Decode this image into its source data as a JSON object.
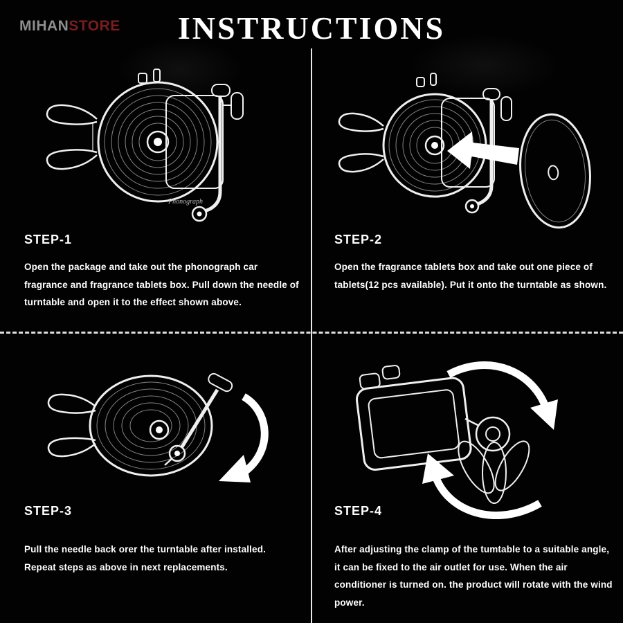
{
  "logo": {
    "part1": "MIHAN",
    "part2": "STORE"
  },
  "title": "INSTRUCTIONS",
  "device_label": "Phonograph",
  "steps": [
    {
      "label": "STEP-1",
      "body": "Open the package and take out the phonograph car fragrance and fragrance tablets box. Pull down the needle of turntable and open it to the effect shown above."
    },
    {
      "label": "STEP-2",
      "body": "Open the fragrance tablets box and take out one piece of tablets(12 pcs available). Put it onto the turntable as shown."
    },
    {
      "label": "STEP-3",
      "body": "Pull the needle back orer the turntable after installed. Repeat steps as above in next replacements."
    },
    {
      "label": "STEP-4",
      "body": "After adjusting the clamp of the tumtable to a suitable angle, it can be fixed to the air outlet for use. When the air conditioner is turned on. the product will rotate with the wind power."
    }
  ],
  "illustrations": {
    "step1": "phonograph-vent-clip-with-tonearm-down",
    "step2": "tablet-insert-arrow-and-fragrance-disc",
    "step3": "tonearm-rotate-back-arrow",
    "step4": "vent-clamp-rotation-arrows"
  },
  "colors": {
    "background": "#020202",
    "text": "#ffffff",
    "logo_gray": "#8f8f8f",
    "logo_red": "#7a1d1d",
    "line_art": "#efefef"
  }
}
